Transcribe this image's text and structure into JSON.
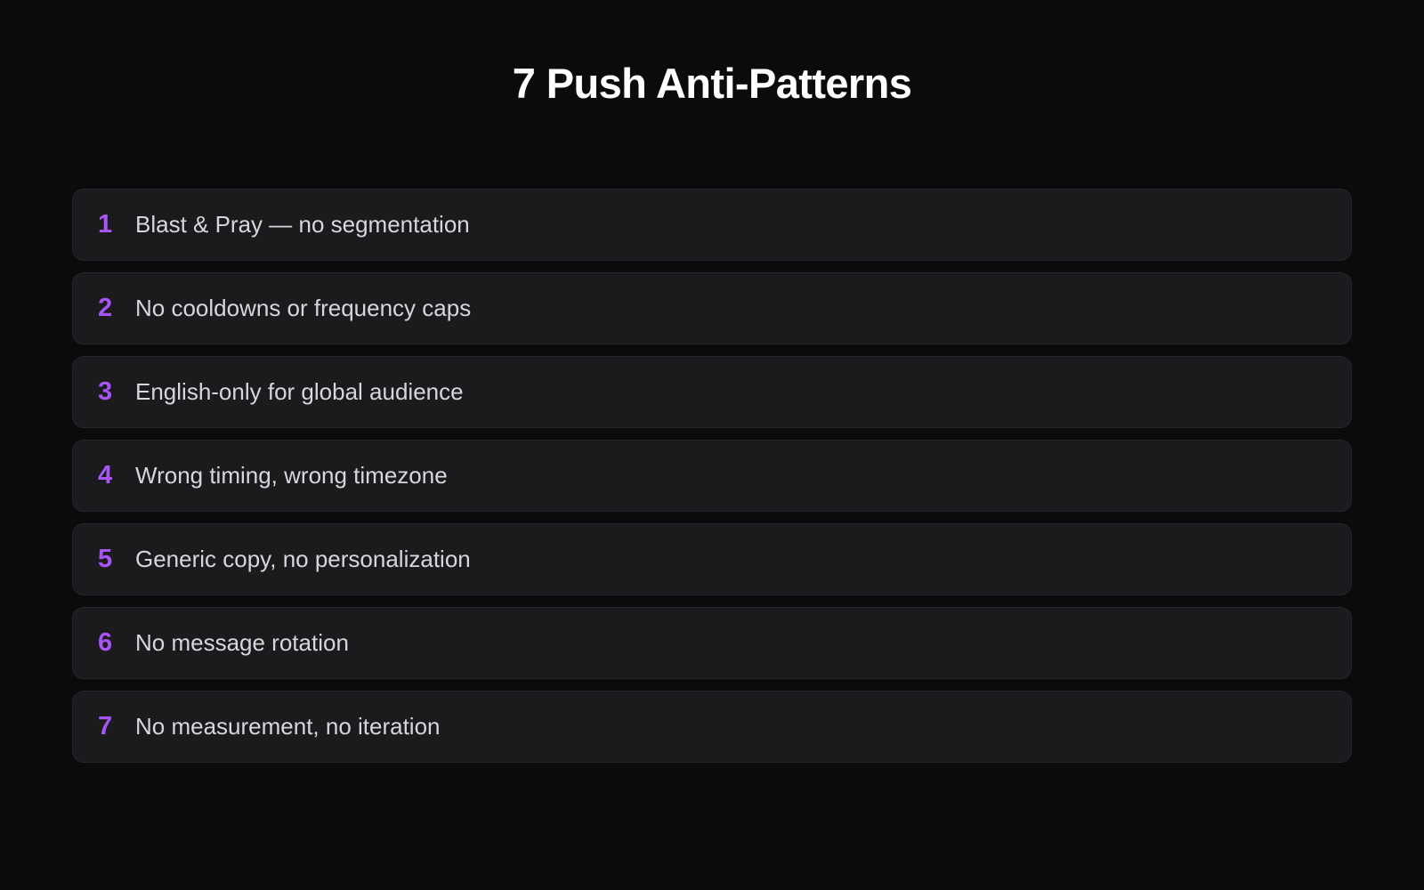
{
  "slide": {
    "title": "7 Push Anti-Patterns",
    "background_color": "#0b0b0c",
    "accent_color": "#a855f7",
    "card_color": "#1b1b1e",
    "text_color": "#d7d7db",
    "items": [
      {
        "number": "1",
        "label": "Blast & Pray — no segmentation"
      },
      {
        "number": "2",
        "label": "No cooldowns or frequency caps"
      },
      {
        "number": "3",
        "label": "English-only for global audience"
      },
      {
        "number": "4",
        "label": "Wrong timing, wrong timezone"
      },
      {
        "number": "5",
        "label": "Generic copy, no personalization"
      },
      {
        "number": "6",
        "label": "No message rotation"
      },
      {
        "number": "7",
        "label": "No measurement, no iteration"
      }
    ]
  }
}
